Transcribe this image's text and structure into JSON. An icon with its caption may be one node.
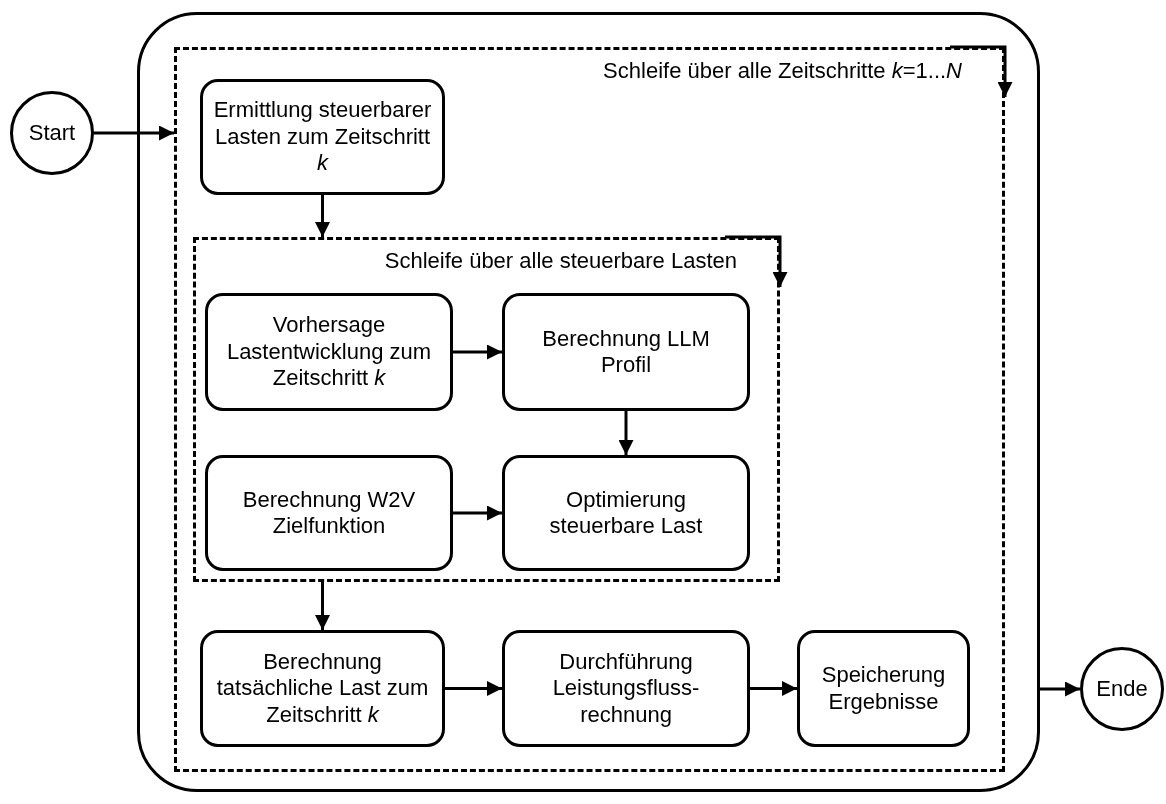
{
  "diagram": {
    "nodes": [
      {
        "text": [
          "Start"
        ]
      },
      {
        "text": [],
        "shape": "box"
      },
      {
        "text": [
          "Schleife über alle Zeitschritte *k*=1...*N*"
        ],
        "in": 1
      },
      {
        "text": [
          "Ermittlung steuerbarer Lasten zum Zeitschritt *k*"
        ],
        "in": 2
      },
      {
        "text": [
          "Schleife über alle steuerbare Lasten"
        ],
        "in": 2
      },
      {
        "text": [
          "Vorhersage Lastentwicklung zum Zeitschritt *k*"
        ],
        "in": 4
      },
      {
        "text": [
          "Berechnung LLM Profil"
        ],
        "in": 4
      },
      {
        "text": [
          "Berechnung W2V Zielfunktion"
        ],
        "in": 4
      },
      {
        "text": [
          "Optimierung steuerbare Last"
        ],
        "in": 4
      },
      {
        "text": [
          "Berechnung tatsächliche Last zum Zeitschritt *k*"
        ],
        "in": 2
      },
      {
        "text": [
          "Durchführung Leistungsfluss- rechnung"
        ],
        "in": 2
      },
      {
        "text": [
          "Speicherung Ergebnisse"
        ],
        "in": 2
      },
      {
        "text": [
          "Ende"
        ]
      }
    ],
    "edges": [
      {
        "from": 0,
        "to": 2,
        "arrow": "to"
      },
      {
        "from": 3,
        "to": 4,
        "arrow": "to"
      },
      {
        "from": 5,
        "to": 6,
        "arrow": "to"
      },
      {
        "from": 6,
        "to": 8,
        "arrow": "to"
      },
      {
        "from": 7,
        "to": 8,
        "arrow": "to"
      },
      {
        "from": 4,
        "to": 9,
        "arrow": "to"
      },
      {
        "from": 9,
        "to": 10,
        "arrow": "to"
      },
      {
        "from": 10,
        "to": 11,
        "arrow": "to"
      },
      {
        "from": 1,
        "to": 12,
        "arrow": "to"
      }
    ]
  }
}
